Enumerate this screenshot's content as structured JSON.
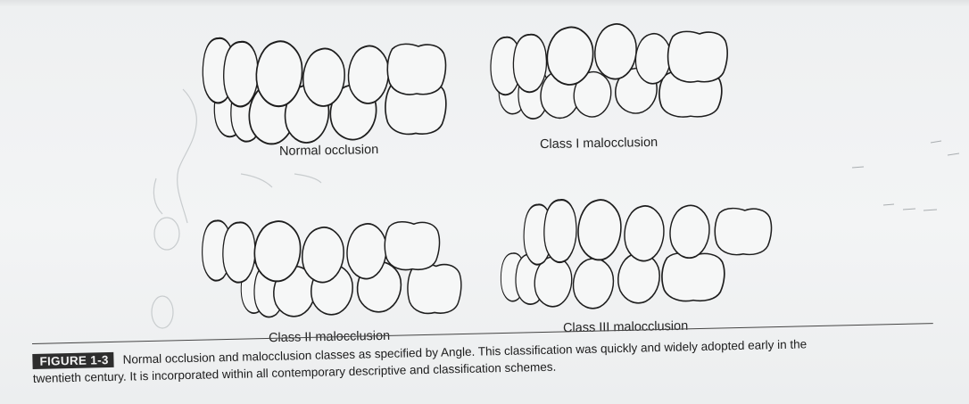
{
  "figure": {
    "tag": "FIGURE 1-3",
    "caption_line_1": "Normal occlusion and malocclusion classes as specified by Angle. This classification was quickly and widely adopted early in the",
    "caption_line_2": "twentieth century. It is incorporated within all contemporary descriptive and classification schemes."
  },
  "panels": {
    "normal": {
      "label": "Normal occlusion"
    },
    "class1": {
      "label": "Class I malocclusion"
    },
    "class2": {
      "label": "Class II malocclusion"
    },
    "class3": {
      "label": "Class III malocclusion"
    }
  },
  "colors": {
    "ink": "#1e1e1e",
    "paper": "#f0f2f3",
    "tag_background": "#2d2d2d",
    "tag_text": "#f2f2f2"
  }
}
